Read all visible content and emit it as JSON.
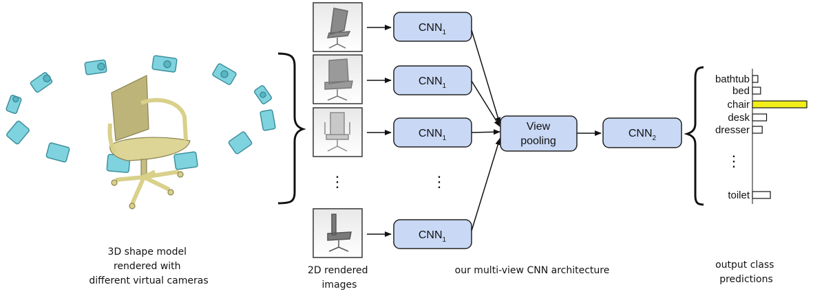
{
  "cnn1": {
    "label": "CNN",
    "subscript": "1"
  },
  "cnn2": {
    "label": "CNN",
    "subscript": "2"
  },
  "view_pooling": {
    "line1": "View",
    "line2": "pooling"
  },
  "vertical_ellipsis": "⋮",
  "captions": {
    "shape_model": [
      "3D shape model",
      "rendered with",
      "different virtual cameras"
    ],
    "rendered_images": [
      "2D rendered",
      "images"
    ],
    "architecture": "our multi-view CNN architecture",
    "output": [
      "output class",
      "predictions"
    ]
  },
  "output_classes": [
    {
      "label": "bathtub",
      "score": 0.1,
      "highlight": false
    },
    {
      "label": "bed",
      "score": 0.15,
      "highlight": false
    },
    {
      "label": "chair",
      "score": 1.0,
      "highlight": true
    },
    {
      "label": "desk",
      "score": 0.26,
      "highlight": false
    },
    {
      "label": "dresser",
      "score": 0.18,
      "highlight": false
    },
    {
      "label": "toilet",
      "score": 0.33,
      "highlight": false
    }
  ],
  "colors": {
    "cnn_fill": "#c9d8f5",
    "cnn_stroke": "#222222",
    "highlight_bar": "#f2ee1a",
    "camera": "#7fd3df",
    "chair": "#d9d08a"
  }
}
